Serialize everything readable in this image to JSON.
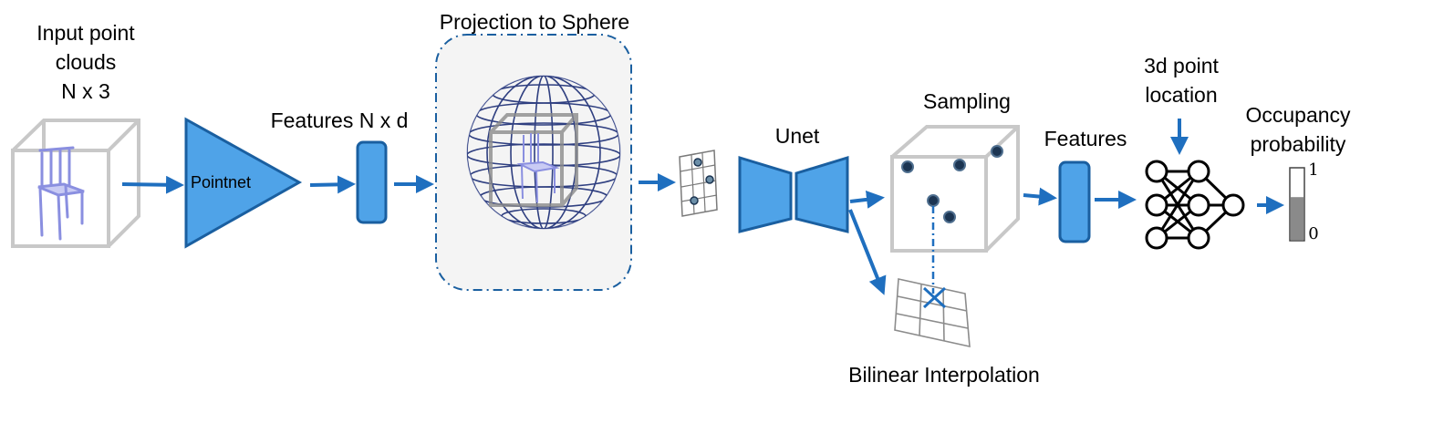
{
  "diagram": {
    "input_label": [
      "Input point",
      "clouds",
      "N x 3"
    ],
    "pointnet_label": "Pointnet",
    "features_nd_label": "Features N x d",
    "projection_label": "Projection to Sphere",
    "unet_label": "Unet",
    "sampling_label": "Sampling",
    "bilinear_label": "Bilinear Interpolation",
    "features_label": "Features",
    "location_label": [
      "3d point",
      "location"
    ],
    "occupancy_label": [
      "Occupancy",
      "probability"
    ],
    "scale_top": "1",
    "scale_bottom": "0",
    "occupancy_level": 0.6,
    "colors": {
      "block_fill": "#4fa3e8",
      "block_stroke": "#1a5fa0",
      "arrow": "#1f6fbf",
      "box_stroke": "#c8c8c8",
      "sphere_line": "#2f3f80",
      "panel_fill": "#f4f4f4",
      "panel_border": "#1a5fa0",
      "dot": "#1c3552"
    }
  }
}
